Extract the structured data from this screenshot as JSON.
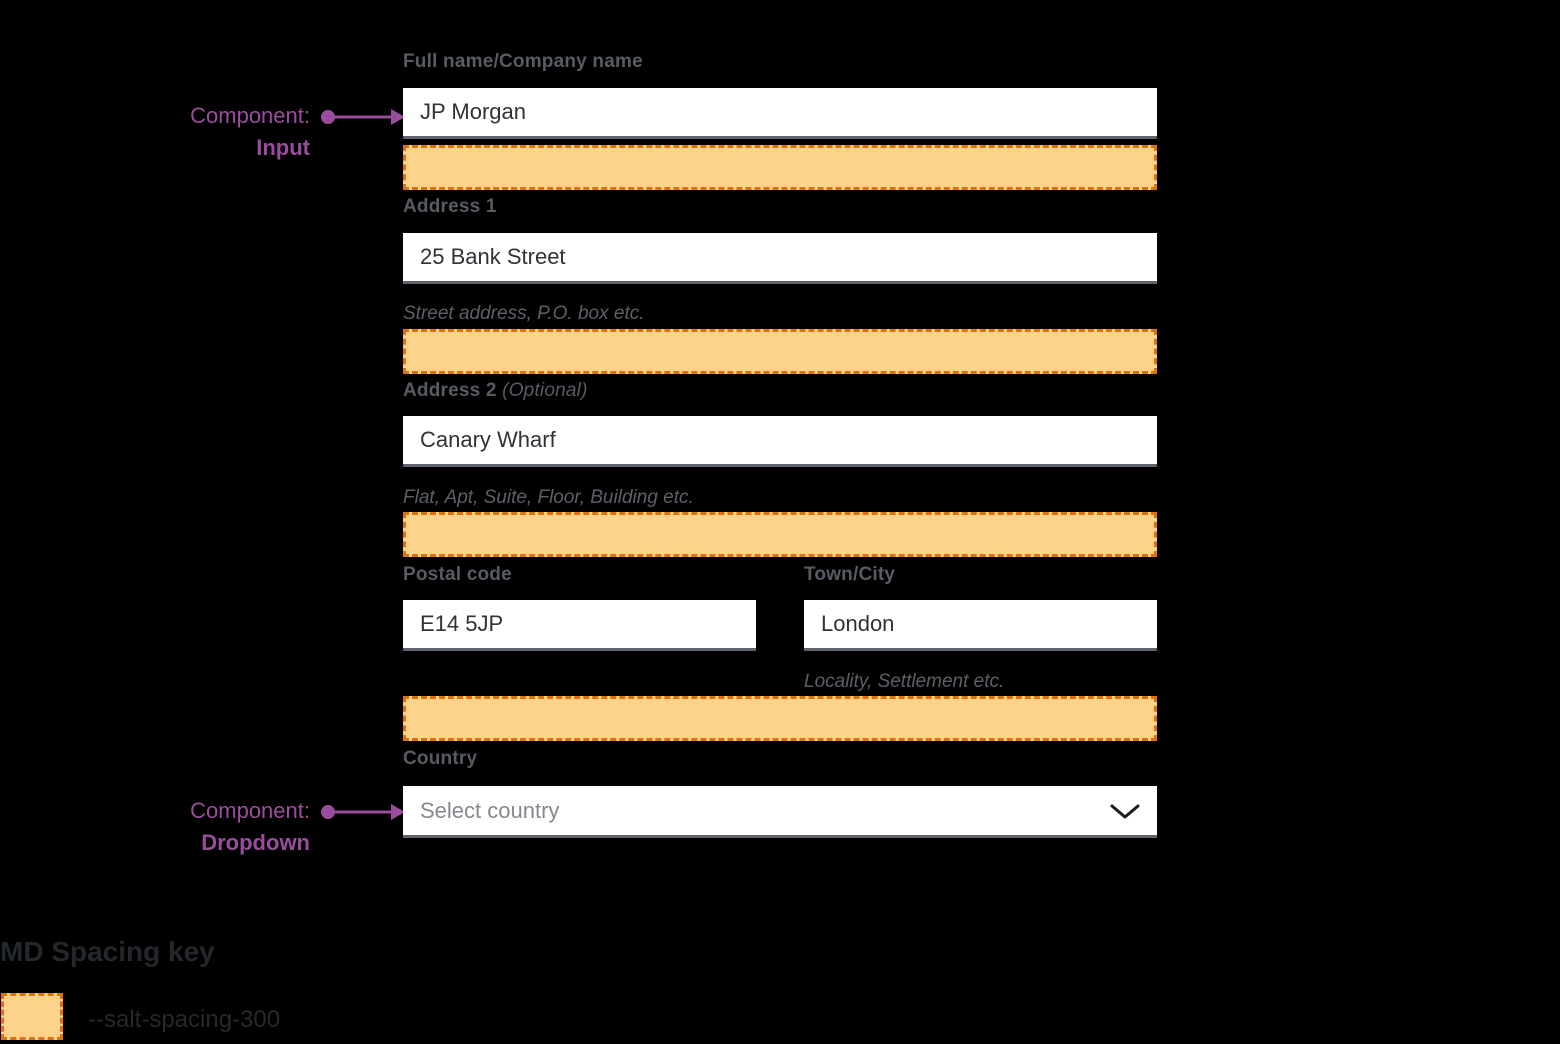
{
  "annotations": {
    "input": {
      "prefix": "Component:",
      "component": "Input"
    },
    "dropdown": {
      "prefix": "Component:",
      "component": "Dropdown"
    }
  },
  "form": {
    "full_name": {
      "label": "Full name/Company name",
      "value": "JP Morgan"
    },
    "address1": {
      "label": "Address 1",
      "value": "25 Bank Street",
      "helper": "Street address, P.O. box etc."
    },
    "address2": {
      "label": "Address 2",
      "optional_suffix": "(Optional)",
      "value": "Canary Wharf",
      "helper": "Flat, Apt, Suite, Floor, Building etc."
    },
    "postal_code": {
      "label": "Postal code",
      "value": "E14 5JP"
    },
    "town_city": {
      "label": "Town/City",
      "value": "London",
      "helper": "Locality, Settlement etc."
    },
    "country": {
      "label": "Country",
      "placeholder": "Select country"
    }
  },
  "spacing_key": {
    "title": "MD Spacing key",
    "token": "--salt-spacing-300"
  },
  "colors": {
    "background": "#000000",
    "annotation_purple": "#9b4d9d",
    "spacing_fill": "#fdd38c",
    "spacing_border": "#dd720e",
    "label_gray": "#575b63",
    "input_text": "#2f3237",
    "placeholder_gray": "#85898f"
  }
}
